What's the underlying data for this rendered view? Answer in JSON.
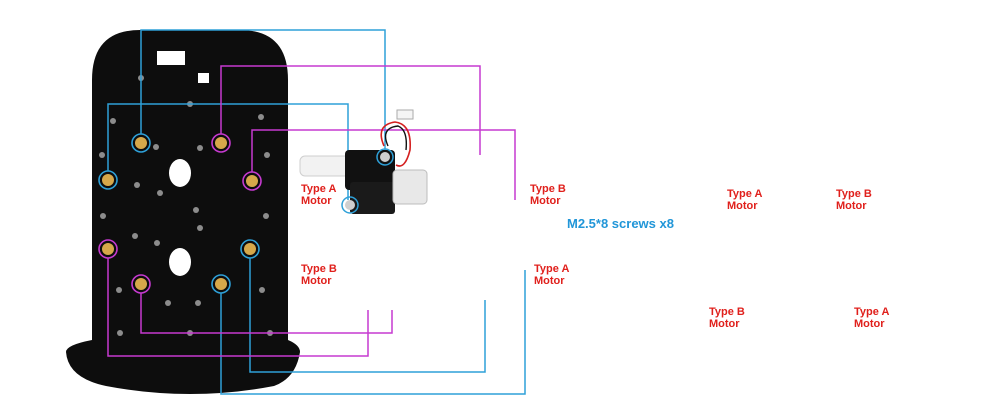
{
  "labels": {
    "screws_caption": "M2.5*8 screws x8",
    "motor_tl_type": "Type A",
    "motor_tl_word": "Motor",
    "motor_tr_type": "Type B",
    "motor_tr_word": "Motor",
    "motor_bl_type": "Type B",
    "motor_bl_word": "Motor",
    "motor_br_type": "Type A",
    "motor_br_word": "Motor",
    "asm_tl_type": "Type A",
    "asm_tl_word": "Motor",
    "asm_tr_type": "Type B",
    "asm_tr_word": "Motor",
    "asm_bl_type": "Type B",
    "asm_bl_word": "Motor",
    "asm_br_type": "Type A",
    "asm_br_word": "Motor"
  },
  "colors": {
    "board": "#0d0d0d",
    "label_red": "#e0201c",
    "guide_blue": "#2ea0d8",
    "guide_magenta": "#c63ad0",
    "arrow_blue": "#2196d8",
    "motor_white": "#f2f2f2",
    "gearbox_clear": "#e8e8e8"
  }
}
